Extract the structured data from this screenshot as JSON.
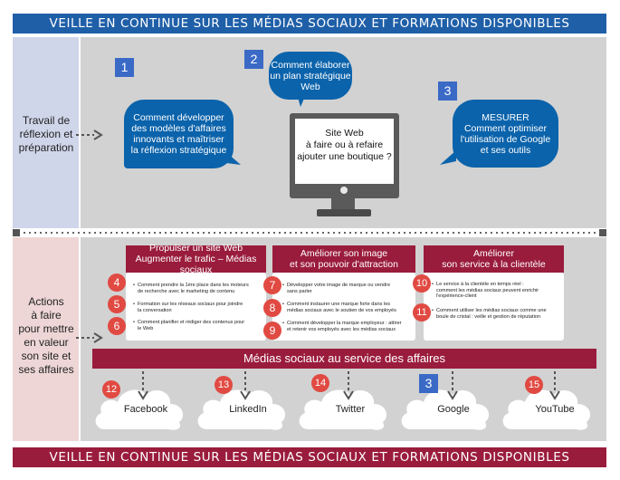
{
  "banner": {
    "top_text": "VEILLE EN CONTINUE SUR LES MÉDIAS SOCIAUX ET FORMATIONS DISPONIBLES",
    "bottom_text": "VEILLE EN CONTINUE SUR LES MÉDIAS SOCIAUX ET FORMATIONS DISPONIBLES",
    "top_color": "#1f5fa8",
    "bottom_color": "#9a1c3c"
  },
  "left": {
    "top_lines": [
      "Travail de",
      "réflexion et",
      "préparation"
    ],
    "bottom_lines": [
      "Actions",
      "à faire",
      "pour mettre",
      "en valeur",
      "son site et",
      "ses affaires"
    ]
  },
  "top": {
    "numbers": [
      "1",
      "2",
      "3"
    ],
    "bubble1": [
      "Comment développer",
      "des modèles d'affaires",
      "innovants et maîtriser",
      "la réflexion stratégique"
    ],
    "bubble2": [
      "Comment élaborer",
      "un plan stratégique Web"
    ],
    "bubble3": [
      "MESURER",
      "Comment optimiser",
      "l'utilisation de Google",
      "et ses outils"
    ],
    "monitor": [
      "Site Web",
      "à faire ou à refaire",
      "ajouter une boutique ?"
    ]
  },
  "panels": [
    {
      "title": [
        "Propulser un site Web",
        "Augmenter le trafic – Médias sociaux"
      ],
      "numbers": [
        "4",
        "5",
        "6"
      ],
      "bullets": [
        [
          "Comment prendre la 1ère place dans les moteurs",
          "de recherche avec le marketing de contenu"
        ],
        [
          "Formation sur les réseaux sociaux pour joindre",
          "la conversation"
        ],
        [
          "Comment planifier et rédiger des contenus pour",
          "le Web"
        ]
      ]
    },
    {
      "title": [
        "Améliorer son image",
        "et son pouvoir d'attraction"
      ],
      "numbers": [
        "7",
        "8",
        "9"
      ],
      "bullets": [
        [
          "Développer votre image de marque ou vendre",
          "sans parler"
        ],
        [
          "Comment instaurer une marque forte dans les",
          "médias sociaux avec le soutien de vos employés"
        ],
        [
          "Comment développer la marque employeur : attirer",
          "et retenir vos employés avec les médias sociaux"
        ]
      ]
    },
    {
      "title": [
        "Améliorer",
        "son service à la clientèle"
      ],
      "numbers": [
        "10",
        "11"
      ],
      "bullets": [
        [
          "Le service à la clientèle en temps réel :",
          "comment les médias sociaux peuvent enrichir",
          "l'expérience-client"
        ],
        [
          "Comment utiliser les médias sociaux comme une",
          "boule de cristal : veille et gestion de réputation"
        ]
      ]
    }
  ],
  "media": {
    "title": "Médias sociaux au service des affaires",
    "items": [
      {
        "number": "12",
        "label": "Facebook"
      },
      {
        "number": "13",
        "label": "LinkedIn"
      },
      {
        "number": "14",
        "label": "Twitter"
      },
      {
        "number": "3",
        "label": "Google"
      },
      {
        "number": "15",
        "label": "YouTube"
      }
    ]
  }
}
